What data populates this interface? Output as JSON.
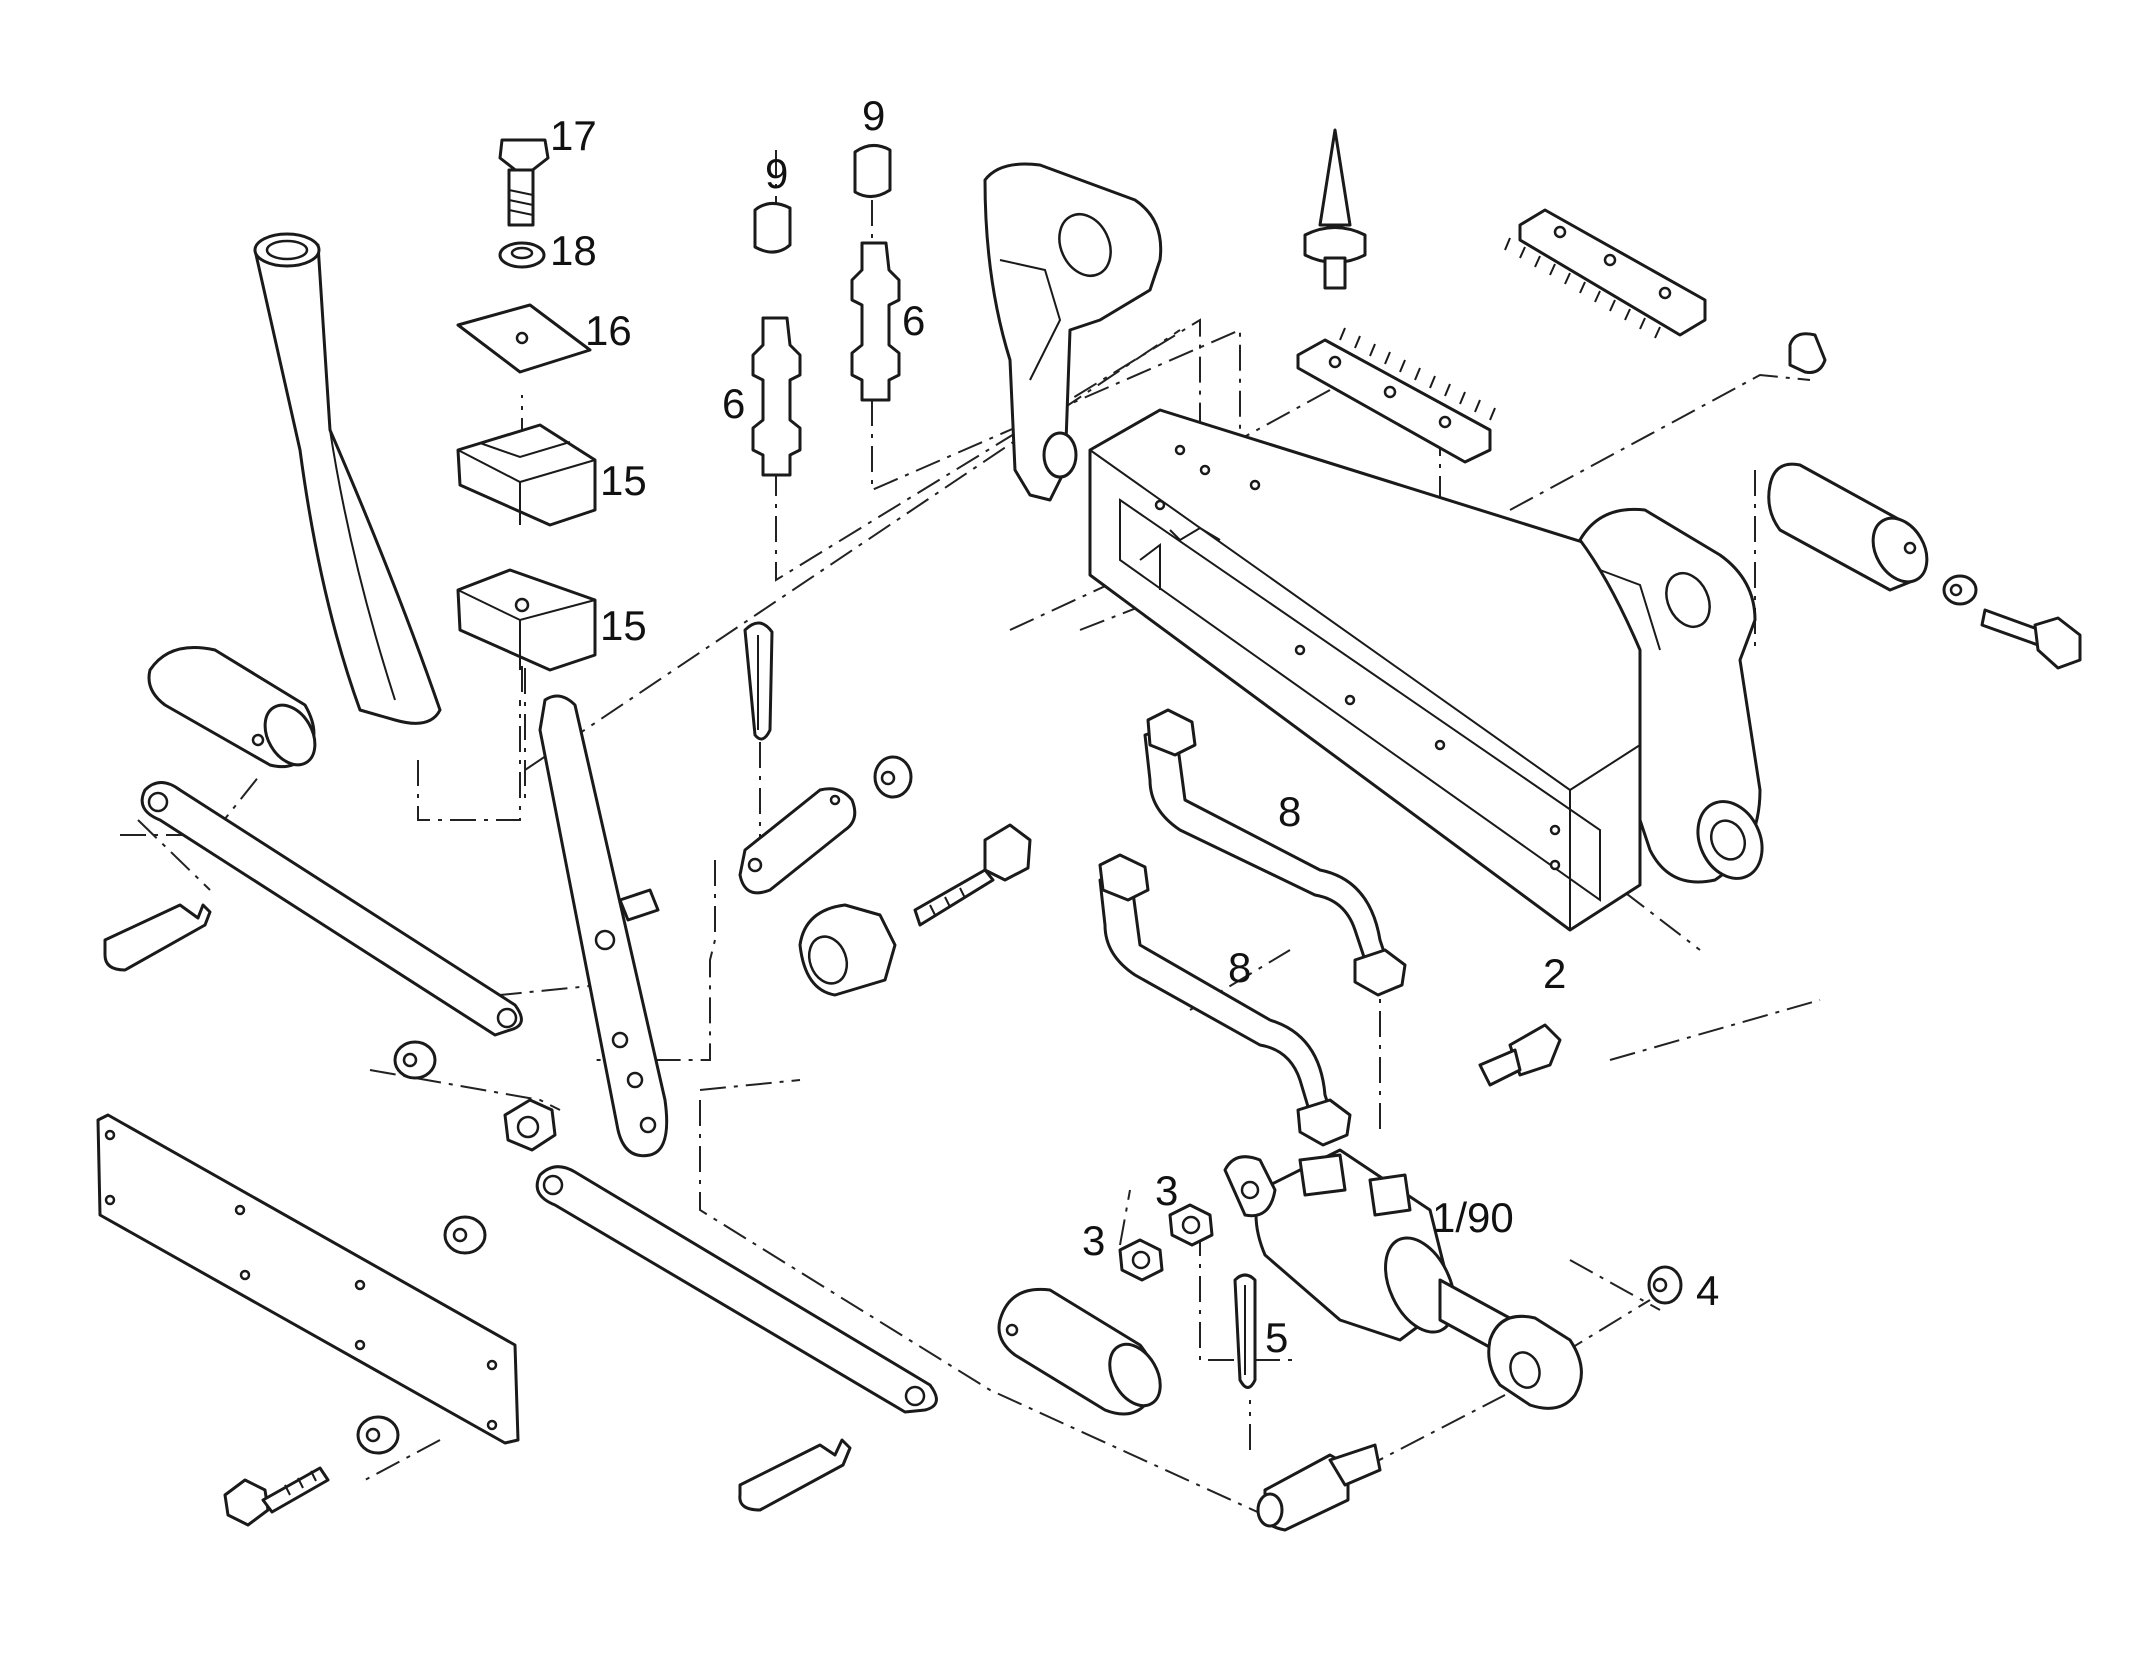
{
  "callouts": {
    "c17": "17",
    "c18": "18",
    "c16": "16",
    "c15a": "15",
    "c15b": "15",
    "c9a": "9",
    "c9b": "9",
    "c6a": "6",
    "c6b": "6",
    "c8a": "8",
    "c8b": "8",
    "c2": "2",
    "c3a": "3",
    "c3b": "3",
    "c1_90": "1/90",
    "c4": "4",
    "c5": "5"
  }
}
